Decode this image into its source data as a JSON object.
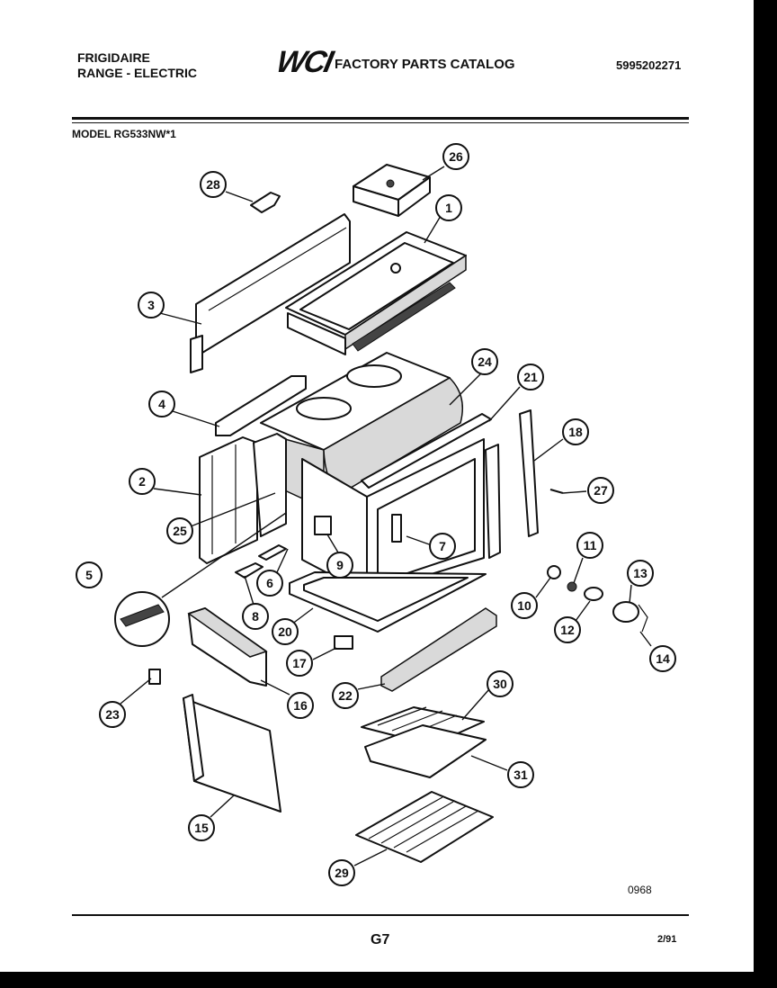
{
  "header": {
    "brand_line1": "FRIGIDAIRE",
    "brand_line2": "RANGE - ELECTRIC",
    "logo": "WCI",
    "catalog_title": "FACTORY PARTS CATALOG",
    "doc_number": "5995202271",
    "model": "MODEL RG533NW*1"
  },
  "footer": {
    "drawing_code": "0968",
    "page_number": "G7",
    "date": "2/91"
  },
  "callouts": [
    {
      "id": "1",
      "label": "1"
    },
    {
      "id": "2",
      "label": "2"
    },
    {
      "id": "3",
      "label": "3"
    },
    {
      "id": "4",
      "label": "4"
    },
    {
      "id": "5",
      "label": "5"
    },
    {
      "id": "6",
      "label": "6"
    },
    {
      "id": "7",
      "label": "7"
    },
    {
      "id": "8",
      "label": "8"
    },
    {
      "id": "9",
      "label": "9"
    },
    {
      "id": "10",
      "label": "10"
    },
    {
      "id": "11",
      "label": "11"
    },
    {
      "id": "12",
      "label": "12"
    },
    {
      "id": "13",
      "label": "13"
    },
    {
      "id": "14",
      "label": "14"
    },
    {
      "id": "15",
      "label": "15"
    },
    {
      "id": "16",
      "label": "16"
    },
    {
      "id": "17",
      "label": "17"
    },
    {
      "id": "18",
      "label": "18"
    },
    {
      "id": "20",
      "label": "20"
    },
    {
      "id": "21",
      "label": "21"
    },
    {
      "id": "22",
      "label": "22"
    },
    {
      "id": "23",
      "label": "23"
    },
    {
      "id": "24",
      "label": "24"
    },
    {
      "id": "25",
      "label": "25"
    },
    {
      "id": "26",
      "label": "26"
    },
    {
      "id": "27",
      "label": "27"
    },
    {
      "id": "28",
      "label": "28"
    },
    {
      "id": "29",
      "label": "29"
    },
    {
      "id": "30",
      "label": "30"
    },
    {
      "id": "31",
      "label": "31"
    }
  ]
}
